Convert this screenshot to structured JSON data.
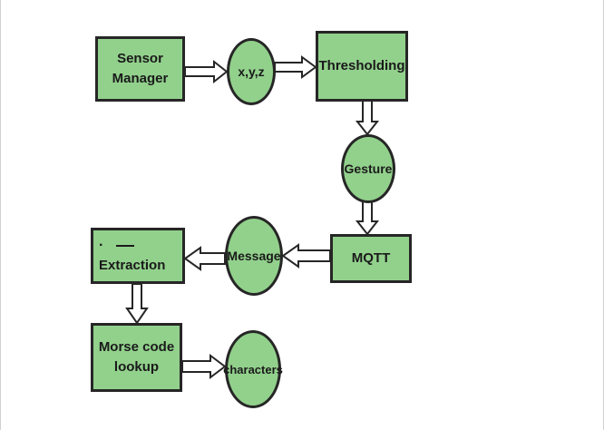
{
  "diagram": {
    "nodes": {
      "sensor_manager": {
        "line1": "Sensor",
        "line2": "Manager"
      },
      "xyz": {
        "label": "x,y,z"
      },
      "thresholding": {
        "label": "Thresholding"
      },
      "gesture": {
        "label": "Gesture"
      },
      "mqtt": {
        "label": "MQTT"
      },
      "message": {
        "label": "Message"
      },
      "extraction": {
        "symbol_dot": "·",
        "label": "Extraction"
      },
      "morse_lookup": {
        "line1": "Morse code",
        "line2": "lookup"
      },
      "characters": {
        "label": "characters"
      }
    },
    "colors": {
      "node_fill": "#92d18c",
      "node_border": "#262626",
      "arrow": "#262626"
    }
  }
}
